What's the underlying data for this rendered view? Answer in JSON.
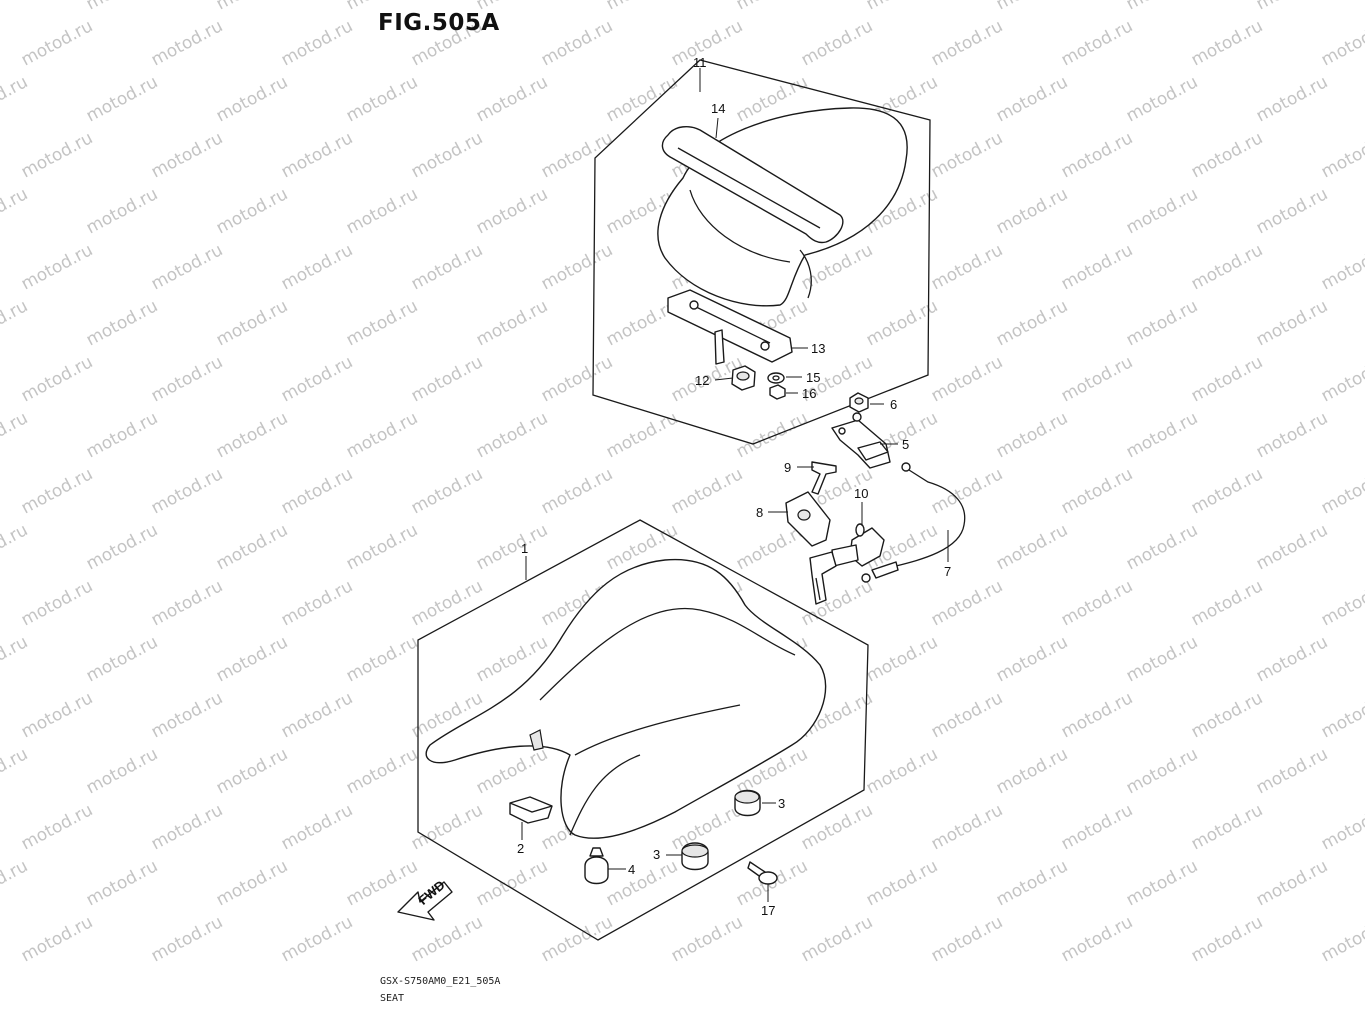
{
  "figure": {
    "title": "FIG.505A",
    "code": "GSX-S750AM0_E21_505A",
    "name": "SEAT"
  },
  "watermark": {
    "text": "motod.ru",
    "color": "#c4c4c4"
  },
  "fwd_arrow": {
    "label": "FWD"
  },
  "callouts": [
    {
      "id": "c1",
      "label": "1"
    },
    {
      "id": "c2",
      "label": "2"
    },
    {
      "id": "c3a",
      "label": "3"
    },
    {
      "id": "c3b",
      "label": "3"
    },
    {
      "id": "c4",
      "label": "4"
    },
    {
      "id": "c5",
      "label": "5"
    },
    {
      "id": "c6",
      "label": "6"
    },
    {
      "id": "c7",
      "label": "7"
    },
    {
      "id": "c8",
      "label": "8"
    },
    {
      "id": "c9",
      "label": "9"
    },
    {
      "id": "c10",
      "label": "10"
    },
    {
      "id": "c11",
      "label": "11"
    },
    {
      "id": "c12",
      "label": "12"
    },
    {
      "id": "c13",
      "label": "13"
    },
    {
      "id": "c14",
      "label": "14"
    },
    {
      "id": "c15",
      "label": "15"
    },
    {
      "id": "c16",
      "label": "16"
    },
    {
      "id": "c17",
      "label": "17"
    }
  ]
}
